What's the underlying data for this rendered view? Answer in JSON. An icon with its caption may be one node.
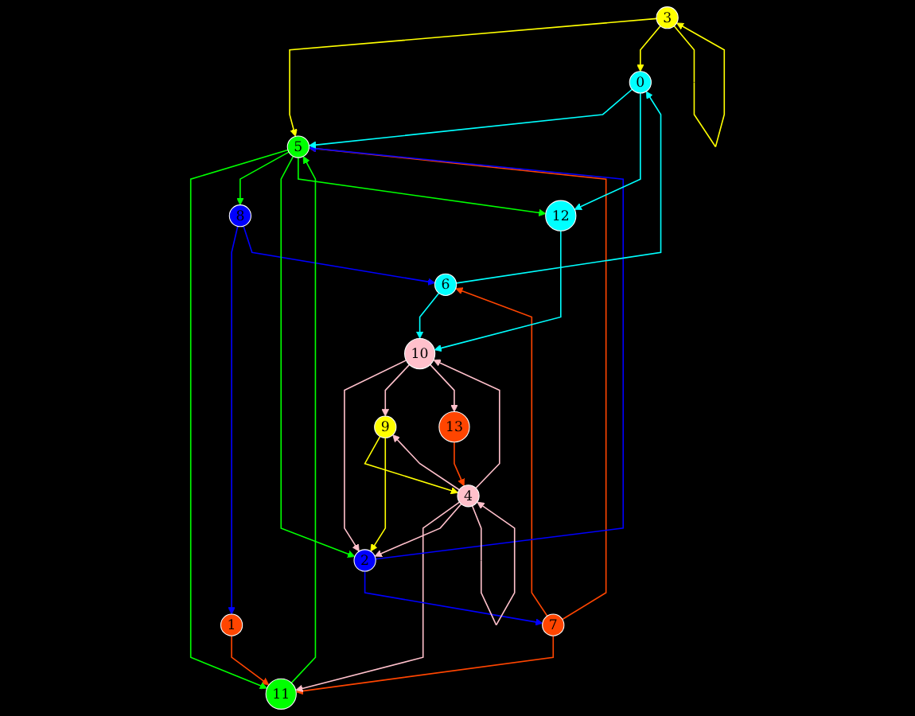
{
  "diagram": {
    "nodes": [
      {
        "text": [
          "0"
        ]
      },
      {
        "text": [
          "1"
        ]
      },
      {
        "text": [
          "2"
        ]
      },
      {
        "text": [
          "3"
        ]
      },
      {
        "text": [
          "4"
        ]
      },
      {
        "text": [
          "5"
        ]
      },
      {
        "text": [
          "6"
        ]
      },
      {
        "text": [
          "7"
        ]
      },
      {
        "text": [
          "8"
        ]
      },
      {
        "text": [
          "9"
        ]
      },
      {
        "text": [
          "10"
        ]
      },
      {
        "text": [
          "11"
        ]
      },
      {
        "text": [
          "12"
        ]
      },
      {
        "text": [
          "13"
        ]
      }
    ],
    "edges": [
      {
        "from": 1,
        "to": 11,
        "arrow": "to",
        "color": "#ff4500"
      },
      {
        "from": 7,
        "to": 11,
        "arrow": "to",
        "color": "#ff4500"
      },
      {
        "from": 4,
        "to": 11,
        "arrow": "to"
      },
      {
        "from": 7,
        "to": 6,
        "arrow": "to",
        "color": "#ff4500"
      },
      {
        "from": 7,
        "to": 5,
        "arrow": "to",
        "color": "#ff4500"
      },
      {
        "from": 2,
        "to": 7,
        "arrow": "to",
        "color": "#0000ff"
      },
      {
        "from": 8,
        "to": 1,
        "arrow": "to",
        "color": "#0000ff"
      },
      {
        "from": 8,
        "to": 6,
        "arrow": "to",
        "color": "#0000ff"
      },
      {
        "from": 5,
        "to": 11,
        "arrow": "to",
        "color": "#00ff00"
      },
      {
        "from": 11,
        "to": 5,
        "arrow": "to",
        "color": "#00ff00"
      },
      {
        "from": 5,
        "to": 8,
        "arrow": "to",
        "color": "#00ff00"
      },
      {
        "from": 3,
        "to": 5,
        "arrow": "to",
        "color": "#ffff00"
      },
      {
        "from": 3,
        "to": 0,
        "arrow": "to",
        "color": "#ffff00"
      },
      {
        "from": 3,
        "to": 3,
        "arrow": "to",
        "color": "#ffff00"
      },
      {
        "from": 5,
        "to": 2,
        "arrow": "to",
        "color": "#00ff00"
      },
      {
        "from": 2,
        "to": 5,
        "arrow": "to",
        "color": "#0000ff"
      },
      {
        "from": 0,
        "to": 5,
        "arrow": "to",
        "color": "#00ffff"
      },
      {
        "from": 5,
        "to": 12,
        "arrow": "to",
        "color": "#00ff00"
      },
      {
        "from": 0,
        "to": 12,
        "arrow": "to",
        "color": "#00ffff"
      },
      {
        "from": 6,
        "to": 0,
        "arrow": "to",
        "color": "#00ffff"
      },
      {
        "from": 6,
        "to": 10,
        "arrow": "to",
        "color": "#00ffff"
      },
      {
        "from": 12,
        "to": 10,
        "arrow": "to",
        "color": "#00ffff"
      },
      {
        "from": 10,
        "to": 2,
        "arrow": "to"
      },
      {
        "from": 4,
        "to": 2,
        "arrow": "to"
      },
      {
        "from": 4,
        "to": 10,
        "arrow": "to"
      },
      {
        "from": 4,
        "to": 4,
        "arrow": "to"
      },
      {
        "from": 10,
        "to": 9,
        "arrow": "to"
      },
      {
        "from": 10,
        "to": 13,
        "arrow": "to"
      },
      {
        "from": 13,
        "to": 4,
        "arrow": "to",
        "color": "#ff4500"
      },
      {
        "from": 9,
        "to": 4,
        "arrow": "to",
        "color": "#ffff00"
      },
      {
        "from": 4,
        "to": 9,
        "arrow": "to"
      },
      {
        "from": 9,
        "to": 2,
        "arrow": "to",
        "color": "#ffff00"
      }
    ]
  }
}
